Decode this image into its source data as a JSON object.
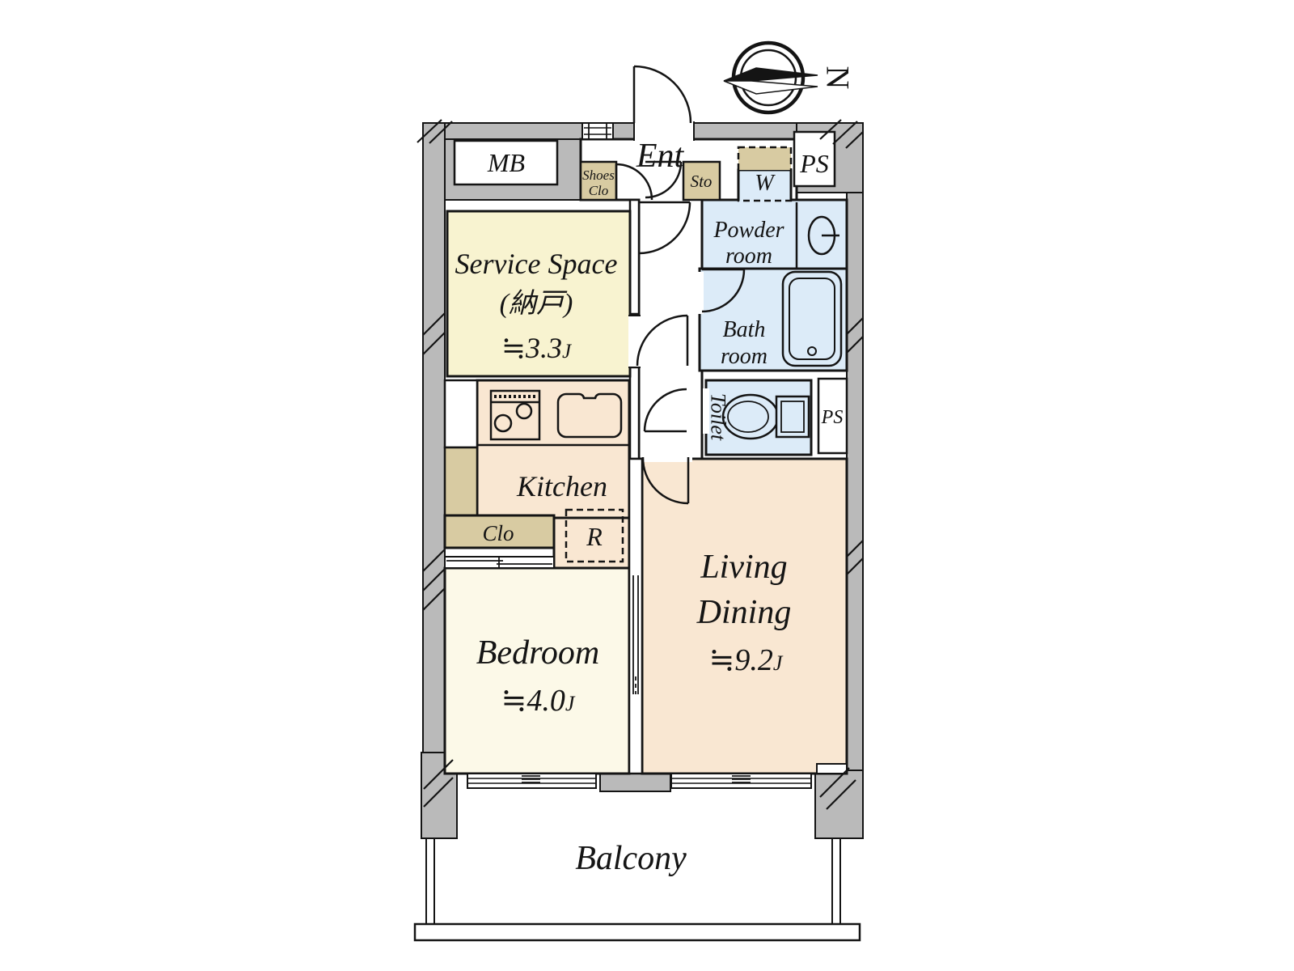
{
  "compass": {
    "north_label": "N"
  },
  "rooms": {
    "mb": {
      "name": "MB"
    },
    "ent": {
      "name": "Ent"
    },
    "shoes_closet": {
      "line1": "Shoes",
      "line2": "Clo"
    },
    "storage": {
      "name": "Sto"
    },
    "washer": {
      "name": "W"
    },
    "pipe_space_top": {
      "name": "PS"
    },
    "powder_room": {
      "line1": "Powder",
      "line2": "room"
    },
    "bath_room": {
      "line1": "Bath",
      "line2": "room"
    },
    "toilet": {
      "name": "Toilet"
    },
    "pipe_space_side": {
      "name": "PS"
    },
    "service_space": {
      "name": "Service Space",
      "name_jp": "(納戸)",
      "area": "≒3.3",
      "area_unit": "J"
    },
    "kitchen": {
      "name": "Kitchen"
    },
    "closet": {
      "name": "Clo"
    },
    "refrigerator": {
      "name": "R"
    },
    "bedroom": {
      "name": "Bedroom",
      "area": "≒4.0",
      "area_unit": "J"
    },
    "living_dining": {
      "line1": "Living",
      "line2": "Dining",
      "area": "≒9.2",
      "area_unit": "J"
    },
    "balcony": {
      "name": "Balcony"
    }
  },
  "colors": {
    "wall": "#bababa",
    "yellow": "#f8f3d0",
    "cream": "#fcf9e8",
    "peach": "#f9e7d2",
    "blue": "#dcebf8",
    "tan": "#d8cba2",
    "white": "#ffffff",
    "line": "#141414"
  }
}
